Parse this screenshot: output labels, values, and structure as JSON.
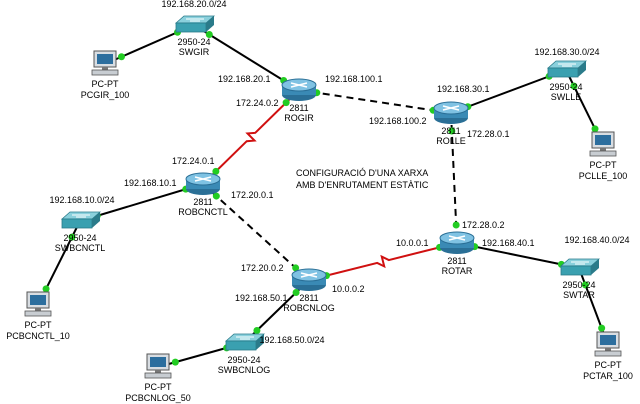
{
  "title_lines": [
    "CONFIGURACIÓ D'UNA XARXA",
    "AMB D'ENRUTAMENT ESTÀTIC"
  ],
  "colors": {
    "straight": "#000000",
    "crossover": "#000000",
    "serial": "#d01010",
    "port": "#22cc22",
    "router": "#3a8ab5",
    "switch": "#3aa0b0"
  },
  "devices": [
    {
      "id": "pcgir",
      "kind": "pc",
      "type_label": "PC-PT",
      "name": "PCGIR_100"
    },
    {
      "id": "swgir",
      "kind": "switch",
      "type_label": "2950-24",
      "name": "SWGIR",
      "network": "192.168.20.0/24"
    },
    {
      "id": "rogir",
      "kind": "router",
      "type_label": "2811",
      "name": "ROGIR"
    },
    {
      "id": "rolle",
      "kind": "router",
      "type_label": "2811",
      "name": "ROLLE"
    },
    {
      "id": "swlle",
      "kind": "switch",
      "type_label": "2950-24",
      "name": "SWLLE",
      "network": "192.168.30.0/24"
    },
    {
      "id": "pclle",
      "kind": "pc",
      "type_label": "PC-PT",
      "name": "PCLLE_100"
    },
    {
      "id": "robcnctl",
      "kind": "router",
      "type_label": "2811",
      "name": "ROBCNCTL"
    },
    {
      "id": "swbcnctl",
      "kind": "switch",
      "type_label": "2950-24",
      "name": "SWBCNCTL",
      "network": "192.168.10.0/24"
    },
    {
      "id": "pcbcnctl",
      "kind": "pc",
      "type_label": "PC-PT",
      "name": "PCBCNCTL_10"
    },
    {
      "id": "robcnlog",
      "kind": "router",
      "type_label": "2811",
      "name": "ROBCNLOG"
    },
    {
      "id": "swbcnlog",
      "kind": "switch",
      "type_label": "2950-24",
      "name": "SWBCNLOG",
      "network": "192.168.50.0/24"
    },
    {
      "id": "pcbcnlog",
      "kind": "pc",
      "type_label": "PC-PT",
      "name": "PCBCNLOG_50"
    },
    {
      "id": "rotar",
      "kind": "router",
      "type_label": "2811",
      "name": "ROTAR"
    },
    {
      "id": "swtar",
      "kind": "switch",
      "type_label": "2950-24",
      "name": "SWTAR",
      "network": "192.168.40.0/24"
    },
    {
      "id": "pctar",
      "kind": "pc",
      "type_label": "PC-PT",
      "name": "PCTAR_100"
    }
  ],
  "links": [
    {
      "from": "pcgir",
      "to": "swgir",
      "style": "straight"
    },
    {
      "from": "swgir",
      "to": "rogir",
      "style": "straight"
    },
    {
      "from": "rogir",
      "to": "rolle",
      "style": "crossover"
    },
    {
      "from": "rolle",
      "to": "swlle",
      "style": "straight"
    },
    {
      "from": "swlle",
      "to": "pclle",
      "style": "straight"
    },
    {
      "from": "rogir",
      "to": "robcnctl",
      "style": "serial"
    },
    {
      "from": "robcnctl",
      "to": "swbcnctl",
      "style": "straight"
    },
    {
      "from": "swbcnctl",
      "to": "pcbcnctl",
      "style": "straight"
    },
    {
      "from": "robcnctl",
      "to": "robcnlog",
      "style": "crossover"
    },
    {
      "from": "robcnlog",
      "to": "swbcnlog",
      "style": "straight"
    },
    {
      "from": "swbcnlog",
      "to": "pcbcnlog",
      "style": "straight"
    },
    {
      "from": "robcnlog",
      "to": "rotar",
      "style": "serial"
    },
    {
      "from": "rolle",
      "to": "rotar",
      "style": "crossover"
    },
    {
      "from": "rotar",
      "to": "swtar",
      "style": "straight"
    },
    {
      "from": "swtar",
      "to": "pctar",
      "style": "straight"
    }
  ],
  "interface_labels": [
    {
      "id": "rogir-lan",
      "text": "192.168.20.1"
    },
    {
      "id": "rogir-wan",
      "text": "192.168.100.1"
    },
    {
      "id": "rogir-serial",
      "text": "172.24.0.2"
    },
    {
      "id": "rolle-lan",
      "text": "192.168.30.1"
    },
    {
      "id": "rolle-wan",
      "text": "192.168.100.2"
    },
    {
      "id": "rolle-tar",
      "text": "172.28.0.1"
    },
    {
      "id": "robcnctl-serial",
      "text": "172.24.0.1"
    },
    {
      "id": "robcnctl-lan",
      "text": "192.168.10.1"
    },
    {
      "id": "robcnctl-log",
      "text": "172.20.0.1"
    },
    {
      "id": "robcnlog-ctl",
      "text": "172.20.0.2"
    },
    {
      "id": "robcnlog-lan",
      "text": "192.168.50.1"
    },
    {
      "id": "robcnlog-serial",
      "text": "10.0.0.2"
    },
    {
      "id": "rotar-serial",
      "text": "10.0.0.1"
    },
    {
      "id": "rotar-lle",
      "text": "172.28.0.2"
    },
    {
      "id": "rotar-lan",
      "text": "192.168.40.1"
    }
  ]
}
